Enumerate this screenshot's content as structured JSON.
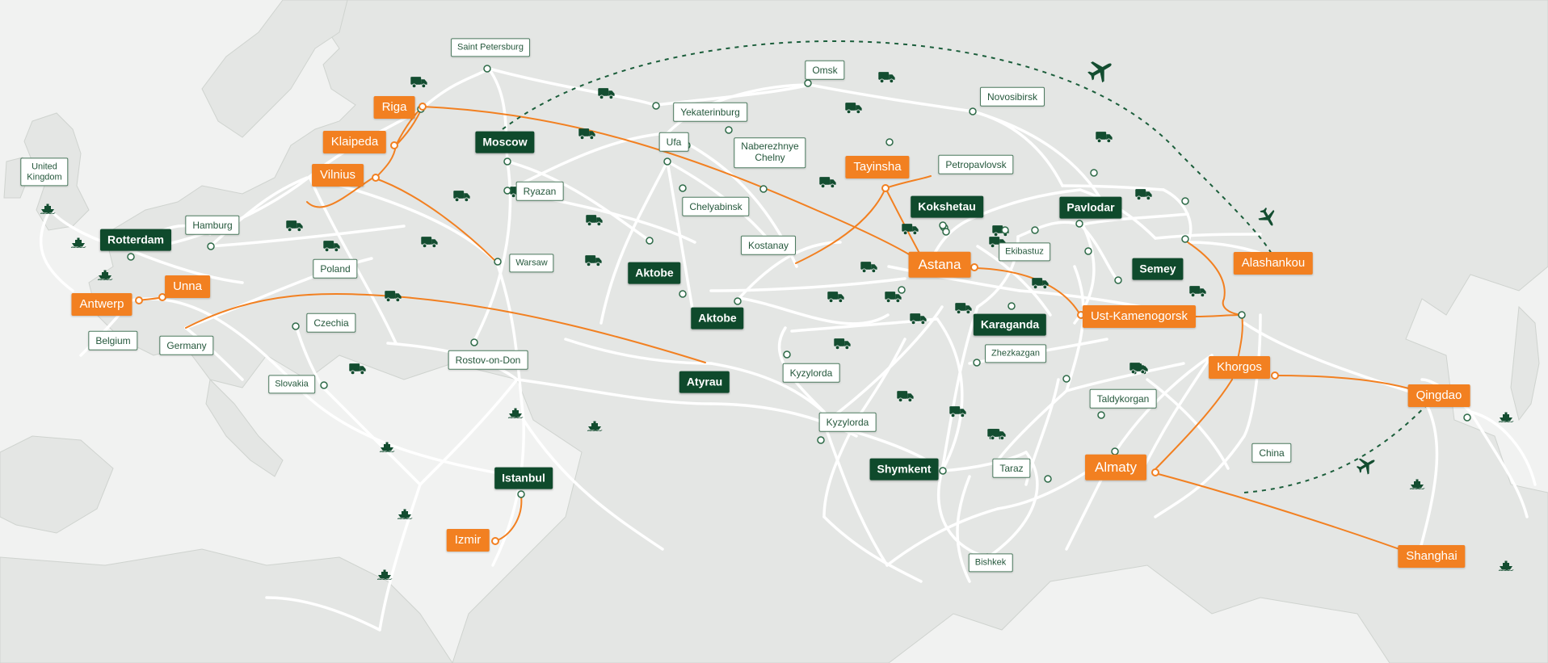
{
  "map": {
    "colors": {
      "sea": "#f1f2f1",
      "land": "#e4e6e4",
      "road": "#ffffff",
      "primary_route": "#f28021",
      "dark_green": "#0f4a2c",
      "label_border": "#4c7a5f",
      "air_route": "#1b5e3b"
    },
    "cities": [
      {
        "id": "saint-petersburg",
        "name": "Saint Petersburg",
        "style": "white"
      },
      {
        "id": "riga",
        "name": "Riga",
        "style": "orange"
      },
      {
        "id": "klaipeda",
        "name": "Klaipeda",
        "style": "orange"
      },
      {
        "id": "vilnius",
        "name": "Vilnius",
        "style": "orange"
      },
      {
        "id": "moscow",
        "name": "Moscow",
        "style": "green"
      },
      {
        "id": "united-kingdom",
        "name": "United\nKingdom",
        "style": "white"
      },
      {
        "id": "rotterdam",
        "name": "Rotterdam",
        "style": "green"
      },
      {
        "id": "hamburg",
        "name": "Hamburg",
        "style": "white"
      },
      {
        "id": "unna",
        "name": "Unna",
        "style": "orange"
      },
      {
        "id": "antwerp",
        "name": "Antwerp",
        "style": "orange"
      },
      {
        "id": "belgium",
        "name": "Belgium",
        "style": "white"
      },
      {
        "id": "germany",
        "name": "Germany",
        "style": "white"
      },
      {
        "id": "poland",
        "name": "Poland",
        "style": "white"
      },
      {
        "id": "czechia",
        "name": "Czechia",
        "style": "white"
      },
      {
        "id": "slovakia",
        "name": "Slovakia",
        "style": "white"
      },
      {
        "id": "warsaw",
        "name": "Warsaw",
        "style": "white"
      },
      {
        "id": "ryazan",
        "name": "Ryazan",
        "style": "white"
      },
      {
        "id": "rostov-on-don",
        "name": "Rostov-on-Don",
        "style": "white"
      },
      {
        "id": "istanbul",
        "name": "Istanbul",
        "style": "green"
      },
      {
        "id": "izmir",
        "name": "Izmir",
        "style": "orange"
      },
      {
        "id": "yekaterinburg",
        "name": "Yekaterinburg",
        "style": "white"
      },
      {
        "id": "ufa",
        "name": "Ufa",
        "style": "white"
      },
      {
        "id": "naberezhnye-chelny",
        "name": "Naberezhnye\nChelny",
        "style": "white"
      },
      {
        "id": "chelyabinsk",
        "name": "Chelyabinsk",
        "style": "white"
      },
      {
        "id": "kostanay",
        "name": "Kostanay",
        "style": "white"
      },
      {
        "id": "aktobe-1",
        "name": "Aktobe",
        "style": "green"
      },
      {
        "id": "aktobe-2",
        "name": "Aktobe",
        "style": "green"
      },
      {
        "id": "atyrau",
        "name": "Atyrau",
        "style": "green"
      },
      {
        "id": "kyzylorda-1",
        "name": "Kyzylorda",
        "style": "white"
      },
      {
        "id": "kyzylorda-2",
        "name": "Kyzylorda",
        "style": "white"
      },
      {
        "id": "omsk",
        "name": "Omsk",
        "style": "white"
      },
      {
        "id": "novosibirsk",
        "name": "Novosibirsk",
        "style": "white"
      },
      {
        "id": "tayinsha",
        "name": "Tayinsha",
        "style": "orange"
      },
      {
        "id": "petropavlovsk",
        "name": "Petropavlovsk",
        "style": "white"
      },
      {
        "id": "kokshetau",
        "name": "Kokshetau",
        "style": "green"
      },
      {
        "id": "pavlodar",
        "name": "Pavlodar",
        "style": "green"
      },
      {
        "id": "astana",
        "name": "Astana",
        "style": "orange"
      },
      {
        "id": "ekibastuz",
        "name": "Ekibastuz",
        "style": "white"
      },
      {
        "id": "semey",
        "name": "Semey",
        "style": "green"
      },
      {
        "id": "alashankou",
        "name": "Alashankou",
        "style": "orange"
      },
      {
        "id": "ust-kamenogorsk",
        "name": "Ust-Kamenogorsk",
        "style": "orange"
      },
      {
        "id": "karaganda",
        "name": "Karaganda",
        "style": "green"
      },
      {
        "id": "zhezkazgan",
        "name": "Zhezkazgan",
        "style": "white"
      },
      {
        "id": "khorgos",
        "name": "Khorgos",
        "style": "orange"
      },
      {
        "id": "qingdao",
        "name": "Qingdao",
        "style": "orange"
      },
      {
        "id": "taldykorgan",
        "name": "Taldykorgan",
        "style": "white"
      },
      {
        "id": "china",
        "name": "China",
        "style": "white"
      },
      {
        "id": "almaty",
        "name": "Almaty",
        "style": "orange"
      },
      {
        "id": "shymkent",
        "name": "Shymkent",
        "style": "green"
      },
      {
        "id": "taraz",
        "name": "Taraz",
        "style": "white"
      },
      {
        "id": "bishkek",
        "name": "Bishkek",
        "style": "white"
      },
      {
        "id": "shanghai",
        "name": "Shanghai",
        "style": "orange"
      }
    ]
  }
}
